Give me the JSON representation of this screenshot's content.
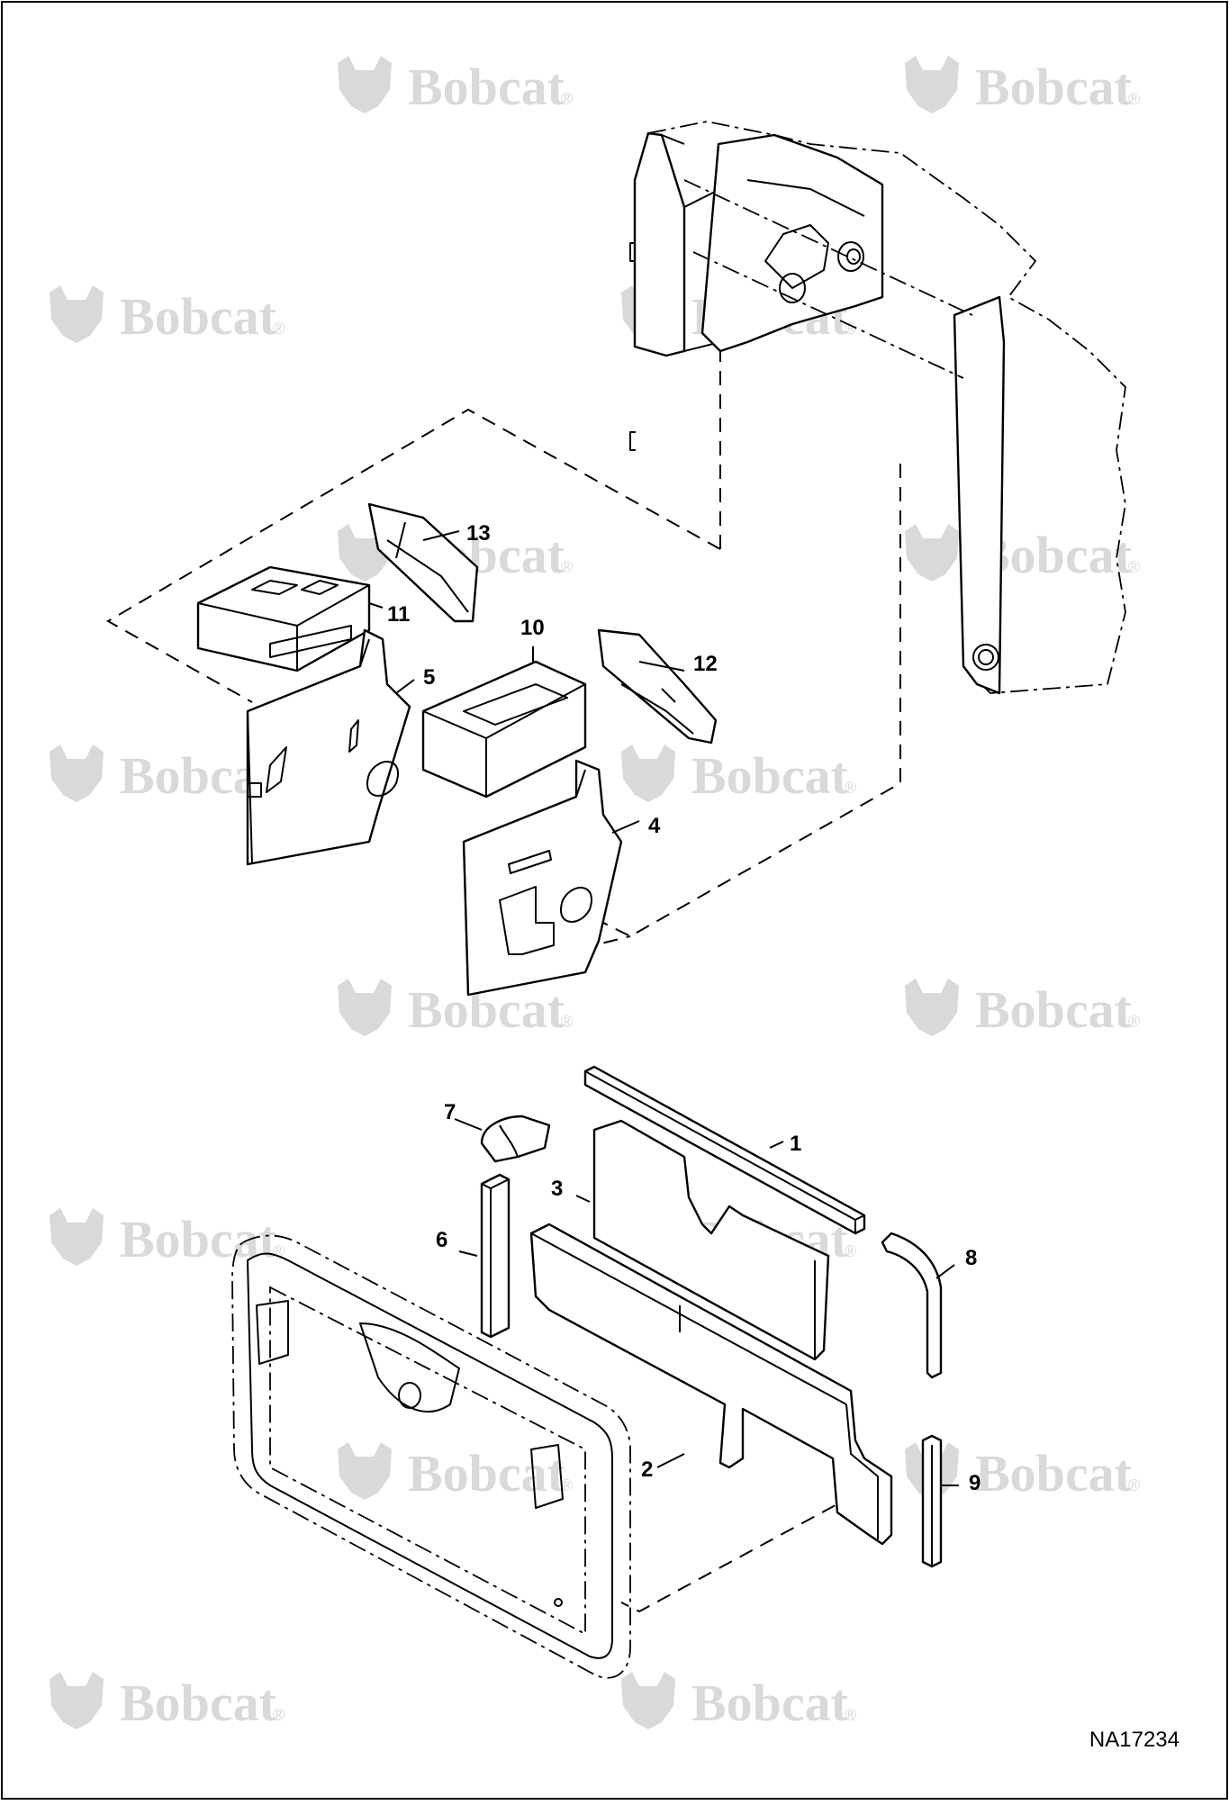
{
  "diagram": {
    "watermark_text": "Bobcat",
    "watermark_mark": "®",
    "figure_id": "NA17234",
    "callouts": {
      "c1": "1",
      "c2": "2",
      "c3": "3",
      "c4": "4",
      "c5": "5",
      "c6": "6",
      "c7": "7",
      "c8": "8",
      "c9": "9",
      "c10": "10",
      "c11": "11",
      "c12": "12",
      "c13": "13"
    }
  }
}
